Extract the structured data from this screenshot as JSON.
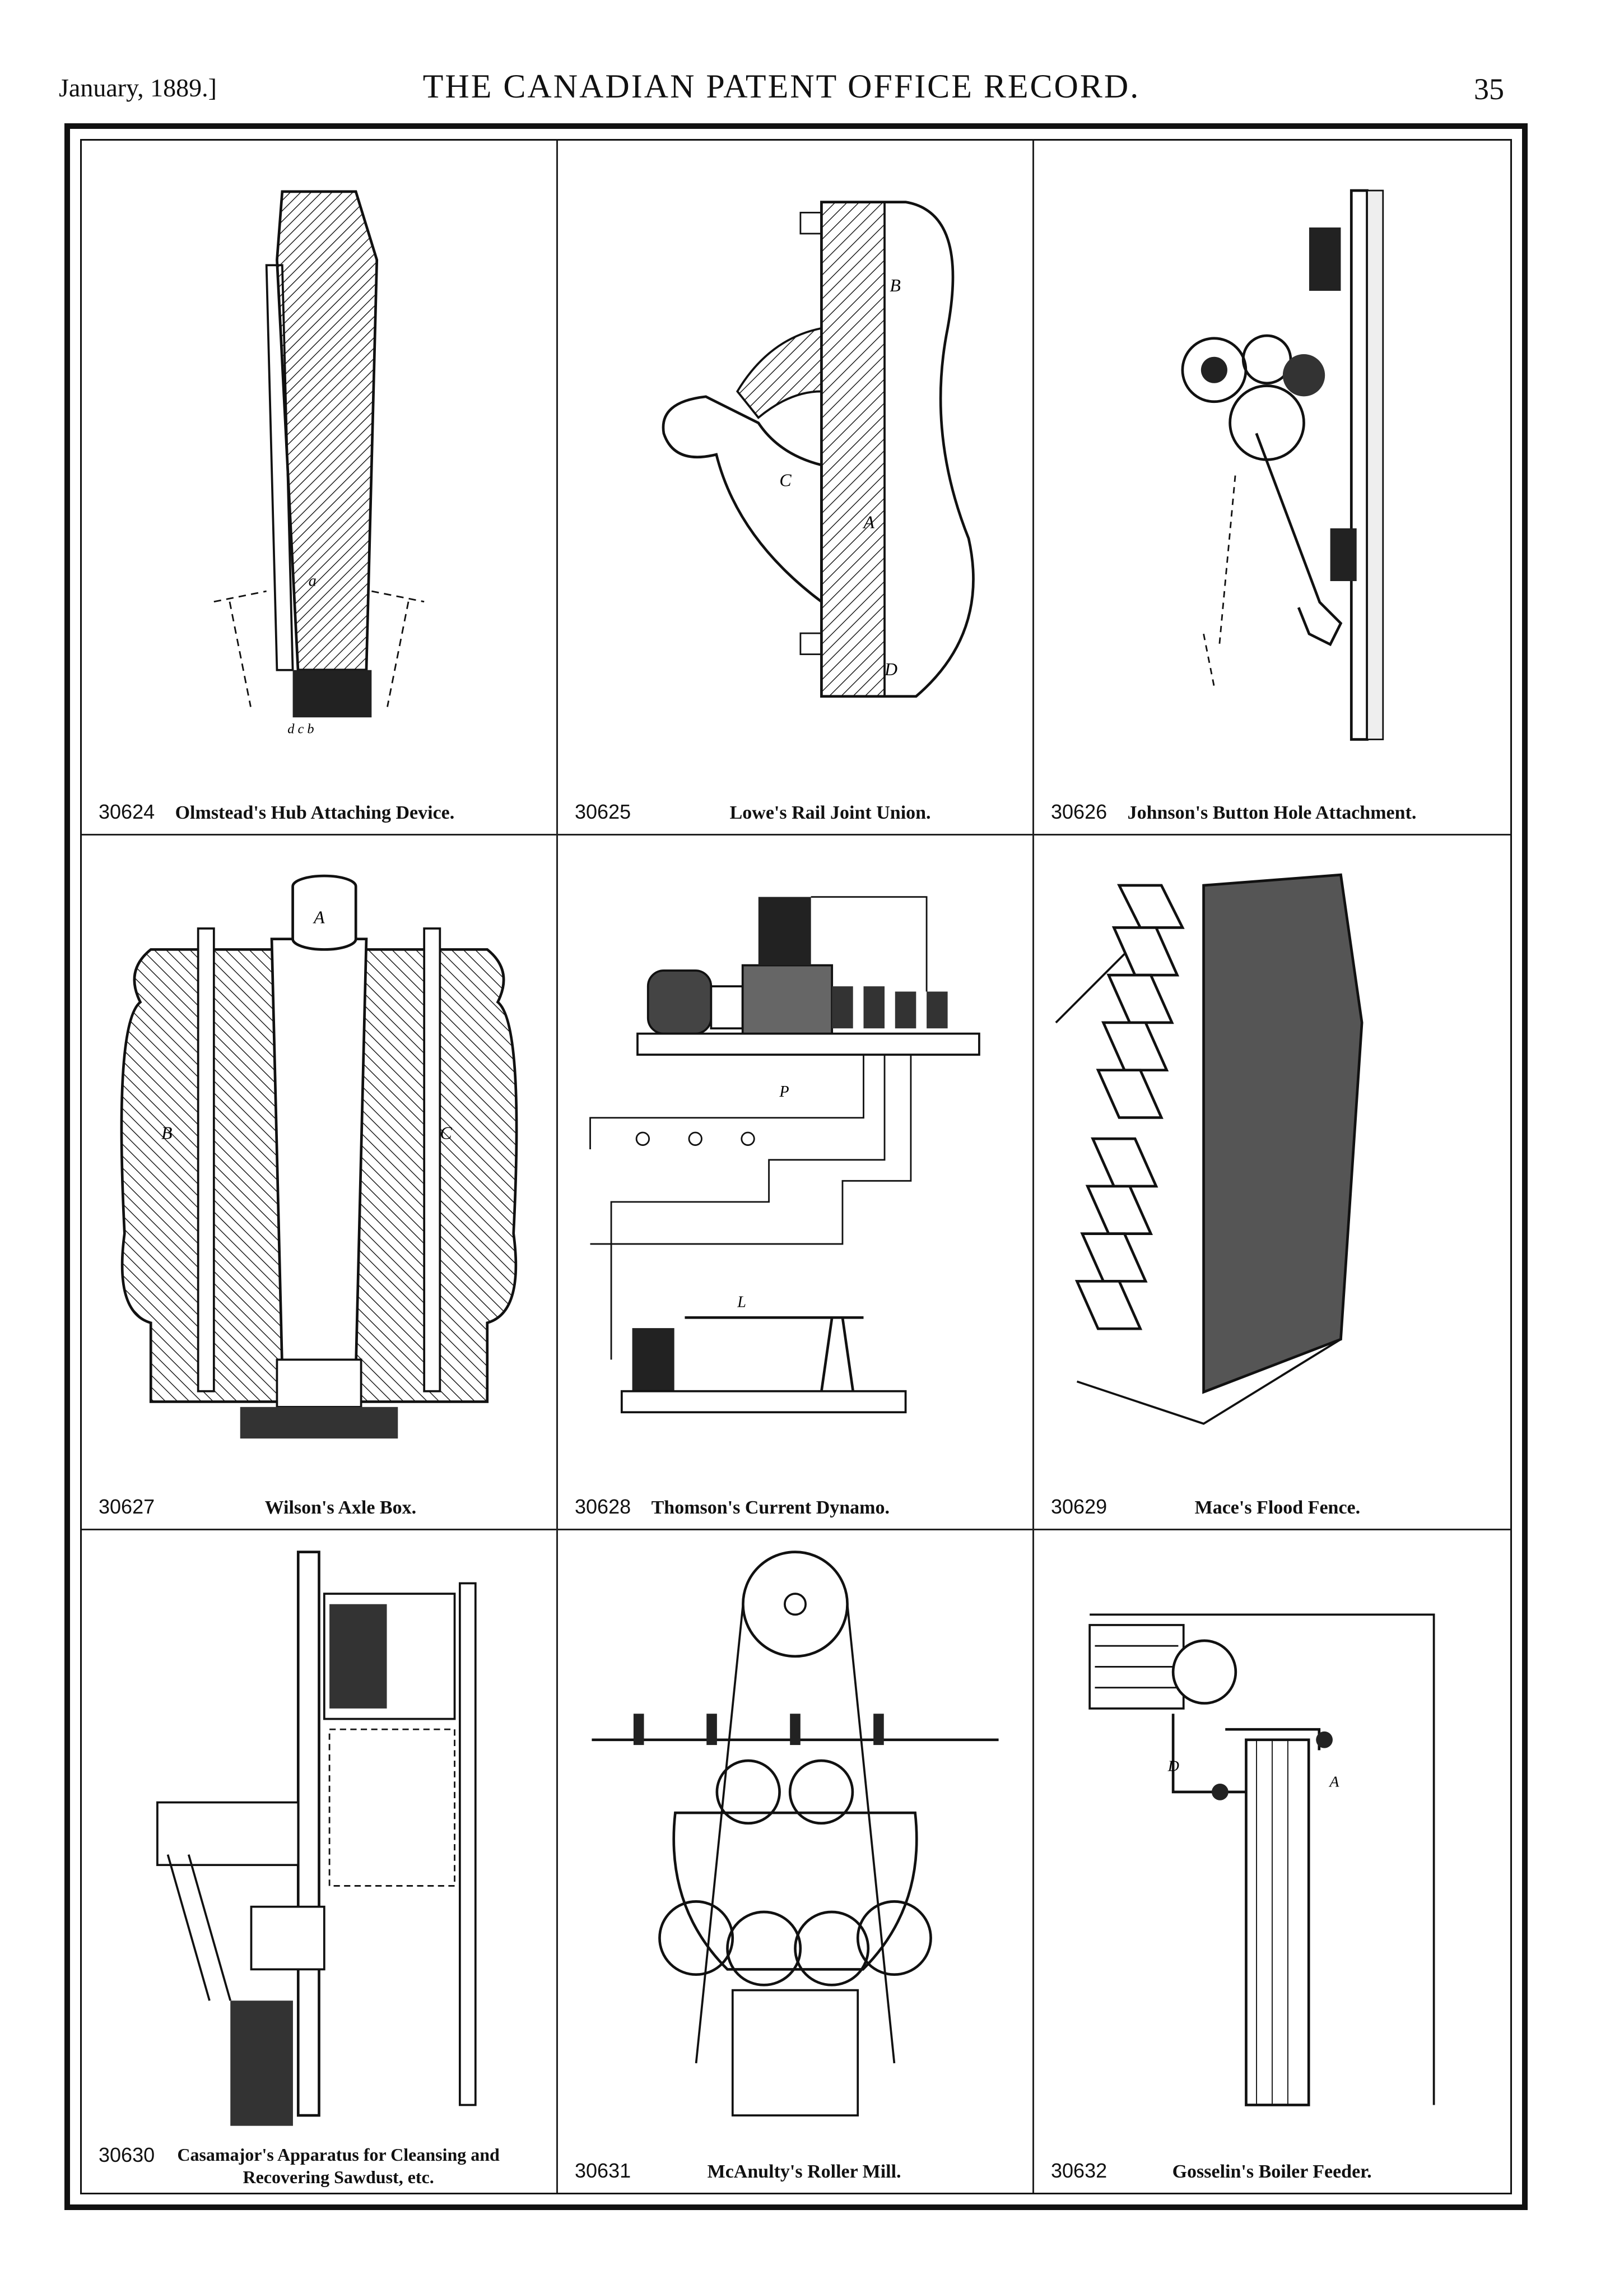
{
  "header": {
    "date": "January, 1889.]",
    "title": "THE CANADIAN PATENT OFFICE RECORD.",
    "page": "35"
  },
  "figures": [
    {
      "number": "30624",
      "title": "Olmstead's Hub Attaching Device."
    },
    {
      "number": "30625",
      "title": "Lowe's Rail Joint Union."
    },
    {
      "number": "30626",
      "title": "Johnson's Button Hole Attachment."
    },
    {
      "number": "30627",
      "title": "Wilson's Axle Box."
    },
    {
      "number": "30628",
      "title": "Thomson's Current Dynamo."
    },
    {
      "number": "30629",
      "title": "Mace's Flood Fence."
    },
    {
      "number": "30630",
      "title": "Casamajor's Apparatus for Cleansing and Recovering Sawdust, etc."
    },
    {
      "number": "30631",
      "title": "McAnulty's Roller Mill."
    },
    {
      "number": "30632",
      "title": "Gosselin's Boiler Feeder."
    }
  ]
}
